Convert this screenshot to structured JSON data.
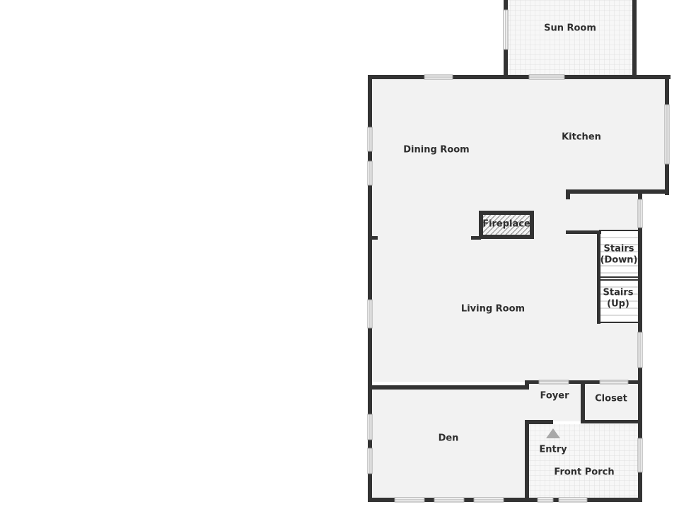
{
  "rooms": {
    "sun_room": "Sun Room",
    "dining_room": "Dining Room",
    "kitchen": "Kitchen",
    "fireplace": "Fireplace",
    "stairs_down_1": "Stairs",
    "stairs_down_2": "(Down)",
    "stairs_up_1": "Stairs",
    "stairs_up_2": "(Up)",
    "living_room": "Living Room",
    "foyer": "Foyer",
    "closet": "Closet",
    "den": "Den",
    "entry": "Entry",
    "front_porch": "Front Porch"
  },
  "colors": {
    "wall": "#333333",
    "floor": "#f2f2f2",
    "tile_line": "#dcdcdc",
    "window": "#ffffff"
  }
}
